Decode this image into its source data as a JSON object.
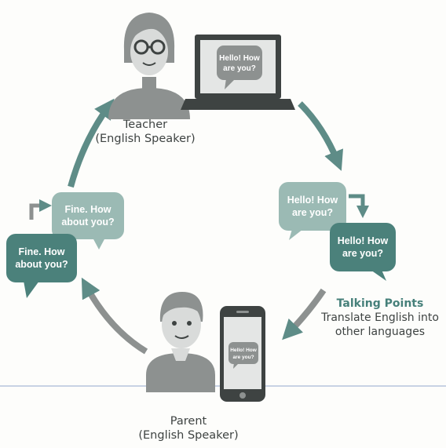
{
  "colors": {
    "teal": "#4b817b",
    "teal_dark": "#3d6f69",
    "teal_light": "#9bbab4",
    "gray": "#8d9190",
    "dark": "#3e4342",
    "rule": "#a9b8d6"
  },
  "teacher": {
    "label": "Teacher",
    "sublabel": "(English Speaker)",
    "icon": "teacher-with-glasses-icon"
  },
  "laptop": {
    "icon": "laptop-icon",
    "bubble_text": [
      "Hello! How",
      "are you?"
    ]
  },
  "translation": {
    "source_bubble": [
      "Hello! How",
      "are you?"
    ],
    "target_bubble": [
      "Hello! How",
      "are you?"
    ],
    "title": "Talking Points",
    "description": [
      "Translate English into",
      "other languages"
    ]
  },
  "parent": {
    "label": "Parent",
    "sublabel": "(English Speaker)",
    "icon": "parent-icon"
  },
  "phone": {
    "icon": "smartphone-icon",
    "bubble_text": [
      "Hello! How",
      "are you?"
    ]
  },
  "reply": {
    "front_bubble": [
      "Fine. How",
      "about you?"
    ],
    "back_bubble": [
      "Fine. How",
      "about you?"
    ]
  }
}
